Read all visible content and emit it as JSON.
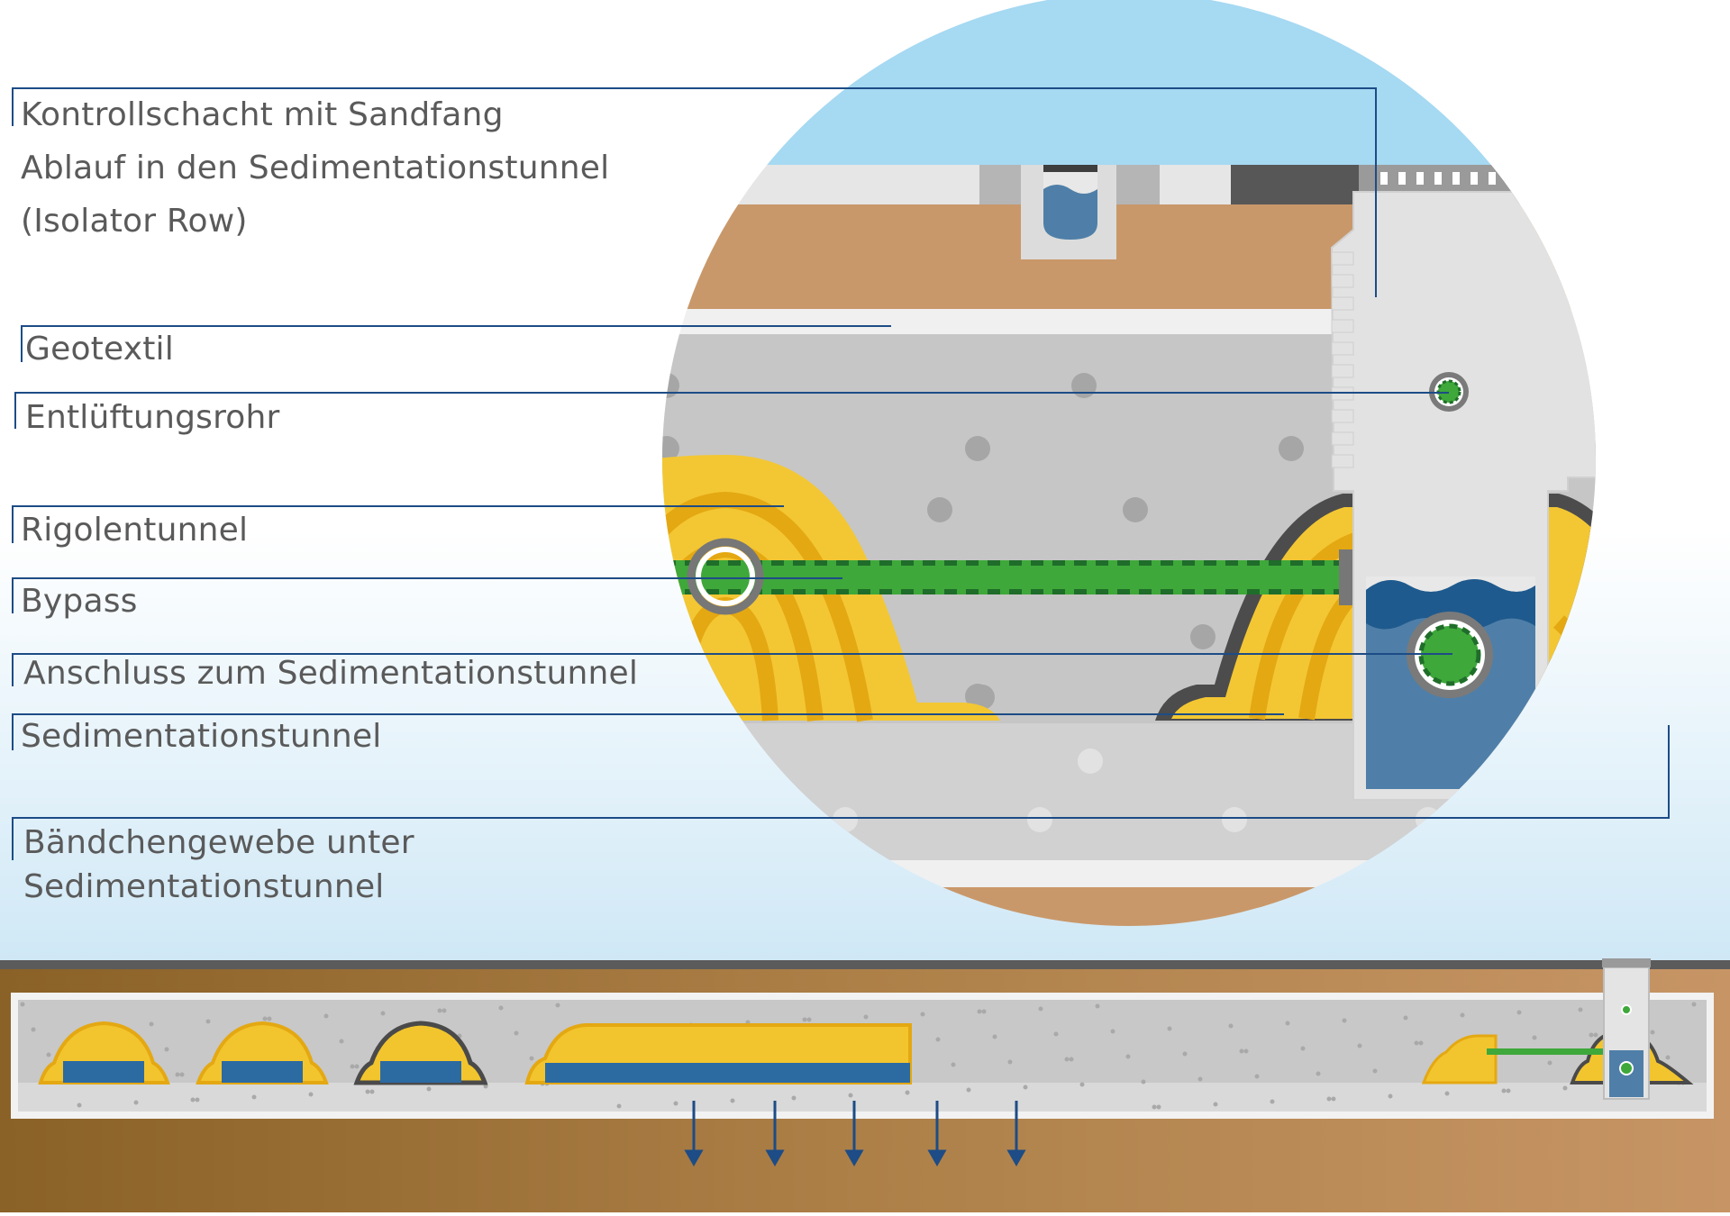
{
  "diagram": {
    "labels": [
      {
        "id": "kontrollschacht",
        "text": "Kontrollschacht mit Sandfang\nAblauf in den Sedimentationstunnel\n(Isolator Row)"
      },
      {
        "id": "geotextil",
        "text": "Geotextil"
      },
      {
        "id": "entlueftung",
        "text": "Entlüftungsrohr"
      },
      {
        "id": "rigolentunnel",
        "text": "Rigolentunnel"
      },
      {
        "id": "bypass",
        "text": "Bypass"
      },
      {
        "id": "anschluss",
        "text": "Anschluss zum Sedimentationstunnel"
      },
      {
        "id": "sedimentationstunnel",
        "text": "Sedimentationstunnel"
      },
      {
        "id": "baendchengewebe",
        "text": "Bändchengewebe unter\nSedimentationstunnel"
      }
    ]
  },
  "colors": {
    "sky": "#a6d9f2",
    "soil": "#c9986a",
    "gravel": "#c6c6c6",
    "tunnel_yellow": "#f2c52e",
    "tunnel_dark": "#e4a812",
    "water": "#4f7fa8",
    "water_dark": "#1f5a8e",
    "pipe_green": "#3ea83a",
    "leader_line": "#1d4c86",
    "label_text": "#5a5a5a"
  }
}
